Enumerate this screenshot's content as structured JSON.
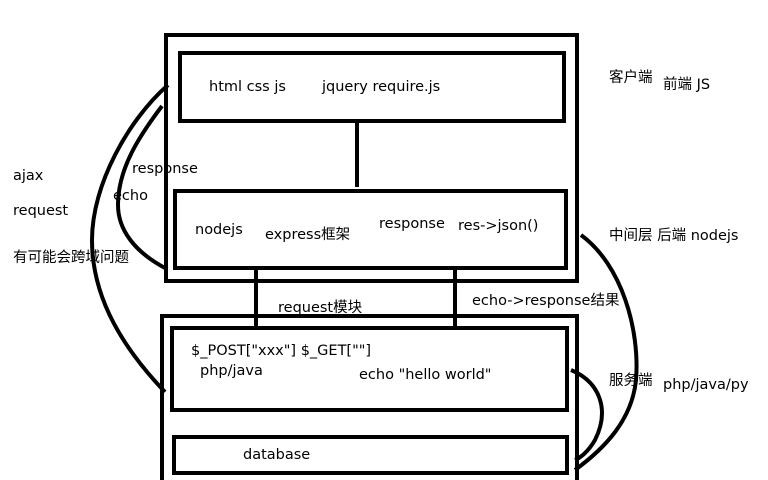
{
  "client": {
    "tech": "html css js",
    "libs": "jquery require.js",
    "side_label": "客户端",
    "side_label_2": "前端 JS"
  },
  "middle": {
    "nodejs": "nodejs",
    "framework": "express框架",
    "response": "response",
    "json": "res->json()",
    "side_label": "中间层 后端 nodejs"
  },
  "server": {
    "code": "$_POST[\"xxx\"] $_GET[\"\"]",
    "lang": "php/java",
    "echo": "echo \"hello world\"",
    "side_label": "服务端",
    "side_label_2": "php/java/py"
  },
  "database": {
    "label": "database"
  },
  "links": {
    "request_module": "request模块",
    "echo_response": "echo->response结果",
    "response_label": "response",
    "echo_label": "echo"
  },
  "left_notes": {
    "ajax": "ajax",
    "request": "request",
    "cross_domain": "有可能会跨域问题"
  }
}
